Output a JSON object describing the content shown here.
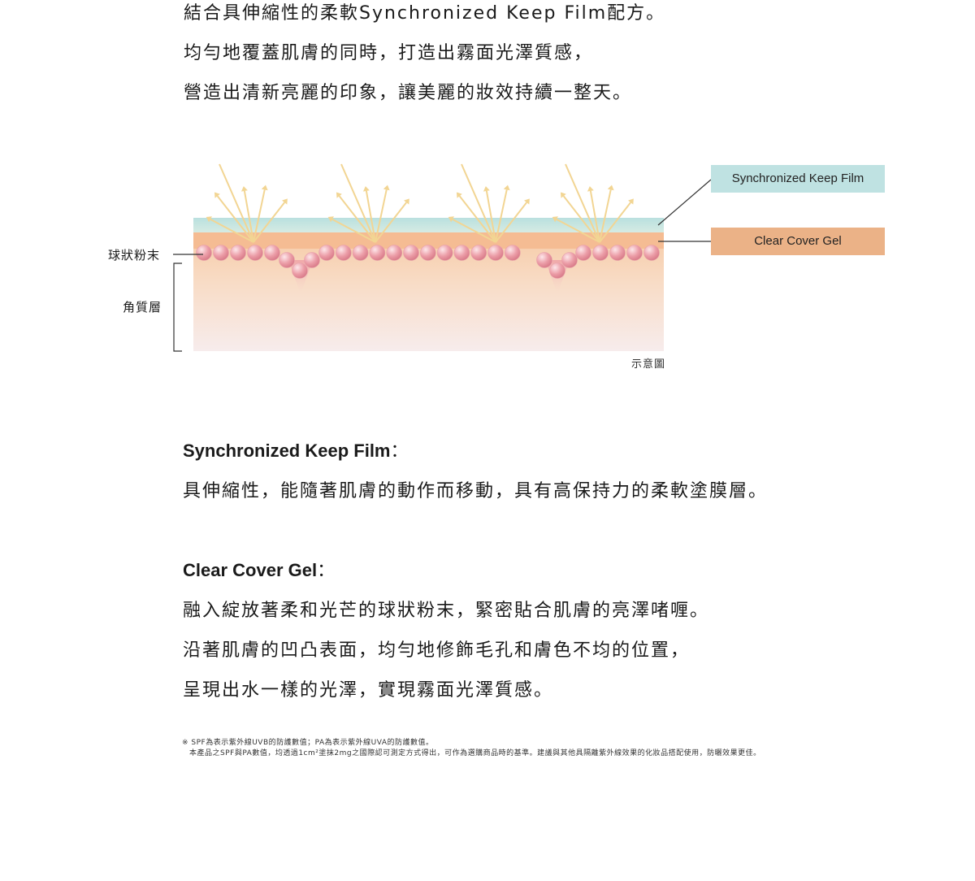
{
  "intro": {
    "lines": [
      "結合具伸縮性的柔軟Synchronized Keep Film配方。",
      "均勻地覆蓋肌膚的同時，打造出霧面光澤質感，",
      "營造出清新亮麗的印象，讓美麗的妝效持續一整天。"
    ]
  },
  "diagram": {
    "label_powder": "球狀粉末",
    "label_stratum": "角質層",
    "callout_film": "Synchronized Keep Film",
    "callout_gel": "Clear Cover Gel",
    "note": "示意圖",
    "colors": {
      "film": "#bfe2e2",
      "gel": "#ebb287",
      "sphere": "#e58e98",
      "ray": "#f3d69a"
    }
  },
  "sections": [
    {
      "title": "Synchronized Keep Film",
      "colon": "：",
      "lines": [
        "具伸縮性，能隨著肌膚的動作而移動，具有高保持力的柔軟塗膜層。"
      ]
    },
    {
      "title": "Clear Cover Gel",
      "colon": "：",
      "lines": [
        "融入綻放著柔和光芒的球狀粉末，緊密貼合肌膚的亮澤啫喱。",
        "沿著肌膚的凹凸表面，均勻地修飾毛孔和膚色不均的位置，",
        "呈現出水一樣的光澤，實現霧面光澤質感。"
      ]
    }
  ],
  "footnote": {
    "line1": "※ SPF為表示紫外線UVB的防護數值；PA為表示紫外線UVA的防護數值。",
    "line2": "本產品之SPF與PA數值，均透過1cm²塗抹2mg之國際認可測定方式得出，可作為選購商品時的基準。建議與其他具隔離紫外線效果的化妝品搭配使用，防曬效果更佳。"
  }
}
